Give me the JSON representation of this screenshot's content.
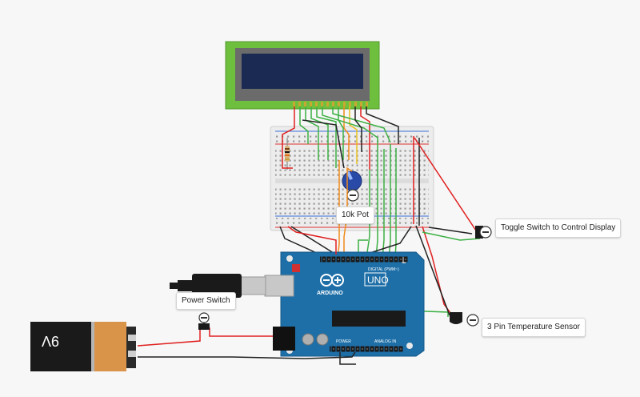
{
  "labels": {
    "pot": "10k Pot",
    "toggle": "Toggle Switch to Control Display",
    "temp_sensor": "3 Pin Temperature Sensor",
    "power_switch": "Power Switch"
  },
  "battery": {
    "voltage": "9V"
  },
  "arduino": {
    "logo_text": "ARDUINO",
    "model": "UNO",
    "digital_header": "DIGITAL (PWM~)",
    "power_header": "POWER",
    "analog_header": "ANALOG IN"
  },
  "colors": {
    "background": "#f7f7f7",
    "board": "#1e6fa8",
    "lcd_pcb": "#6fbf3f",
    "lcd_screen": "#1a2a52",
    "breadboard": "#ececec",
    "wire_red": "#e02020",
    "wire_black": "#222222",
    "wire_green": "#3cb043",
    "wire_orange": "#f08a1c",
    "wire_yellow": "#e8c020",
    "battery_body": "#1a1a1a",
    "battery_label": "#d9944a"
  }
}
